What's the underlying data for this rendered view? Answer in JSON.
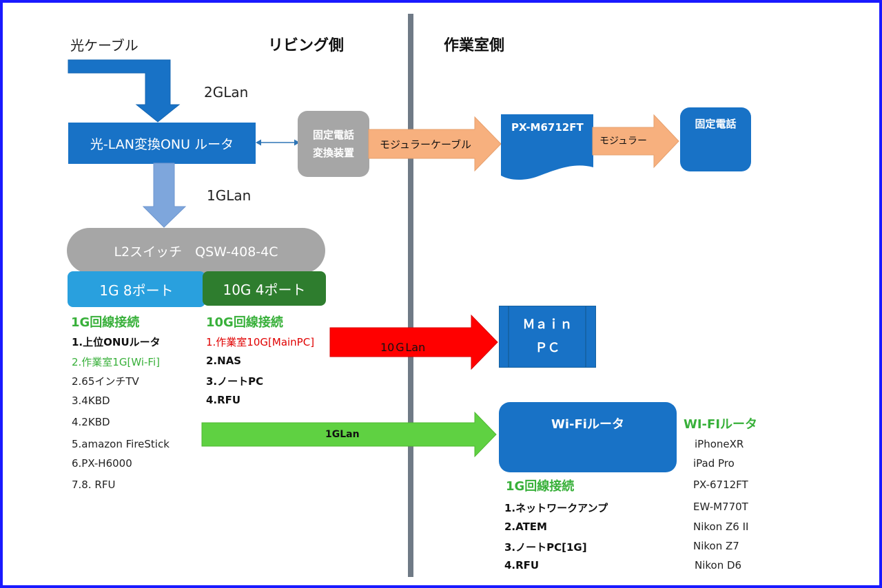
{
  "headings": {
    "living": "リビング側",
    "workroom": "作業室側"
  },
  "fiber_label": "光ケーブル",
  "speed_2g": "2GLan",
  "speed_1g": "1GLan",
  "onu": "光-LAN変換ONU ルータ",
  "phone_adapter": [
    "固定電話",
    "変換装置"
  ],
  "modular_cable": "モジュラーケーブル",
  "px_m6712ft": "PX-M6712FT",
  "modular": "モジュラー",
  "fixed_phone": "固定電話",
  "switch": {
    "name": "L2スイッチ　QSW-408-4C",
    "port_1g": "1G  8ポート",
    "port_10g": "10G 4ポート"
  },
  "list_1g": {
    "title": "1G回線接続",
    "items": [
      {
        "text": "1.上位ONUルータ",
        "style": "bold"
      },
      {
        "text": "2.作業室1G[Wi-Fi]",
        "style": "green"
      },
      {
        "text": "2.65インチTV",
        "style": "normal"
      },
      {
        "text": "3.4KBD",
        "style": "normal"
      },
      {
        "text": "4.2KBD",
        "style": "normal"
      },
      {
        "text": "5.amazon FireStick",
        "style": "normal"
      },
      {
        "text": "6.PX-H6000",
        "style": "normal"
      },
      {
        "text": "7.8. RFU",
        "style": "normal"
      }
    ]
  },
  "list_10g": {
    "title": "10G回線接続",
    "items": [
      {
        "text": "1.作業室10G[MainPC]",
        "style": "red"
      },
      {
        "text": "2.NAS",
        "style": "bold"
      },
      {
        "text": "3.ノートPC",
        "style": "bold"
      },
      {
        "text": "4.RFU",
        "style": "bold"
      }
    ]
  },
  "arrow_10g": "10ＧLan",
  "arrow_1g": "1GLan",
  "main_pc": [
    "Ｍａｉｎ",
    "ＰＣ"
  ],
  "wifi_router": "Wi-Fiルータ",
  "wifi_list": {
    "title": "WI-FIルータ",
    "items": [
      "iPhoneXR",
      "iPad Pro",
      "PX-6712FT",
      "EW-M770T",
      "Nikon Z6 II",
      "Nikon Z7",
      "Nikon D6"
    ]
  },
  "work_1g": {
    "title": "1G回線接続",
    "items": [
      "1.ネットワークアンプ",
      "2.ATEM",
      "3.ノートPC[1G]",
      "4.RFU"
    ]
  },
  "colors": {
    "border": "#1a1aff",
    "blue": "#1872c6",
    "light_blue": "#29a0de",
    "dark_green": "#2e7d2e",
    "gray": "#a6a6a6",
    "orange": "#f7b07e",
    "red": "#ff0000",
    "lime": "#5fd142",
    "green_text": "#38b03a"
  }
}
